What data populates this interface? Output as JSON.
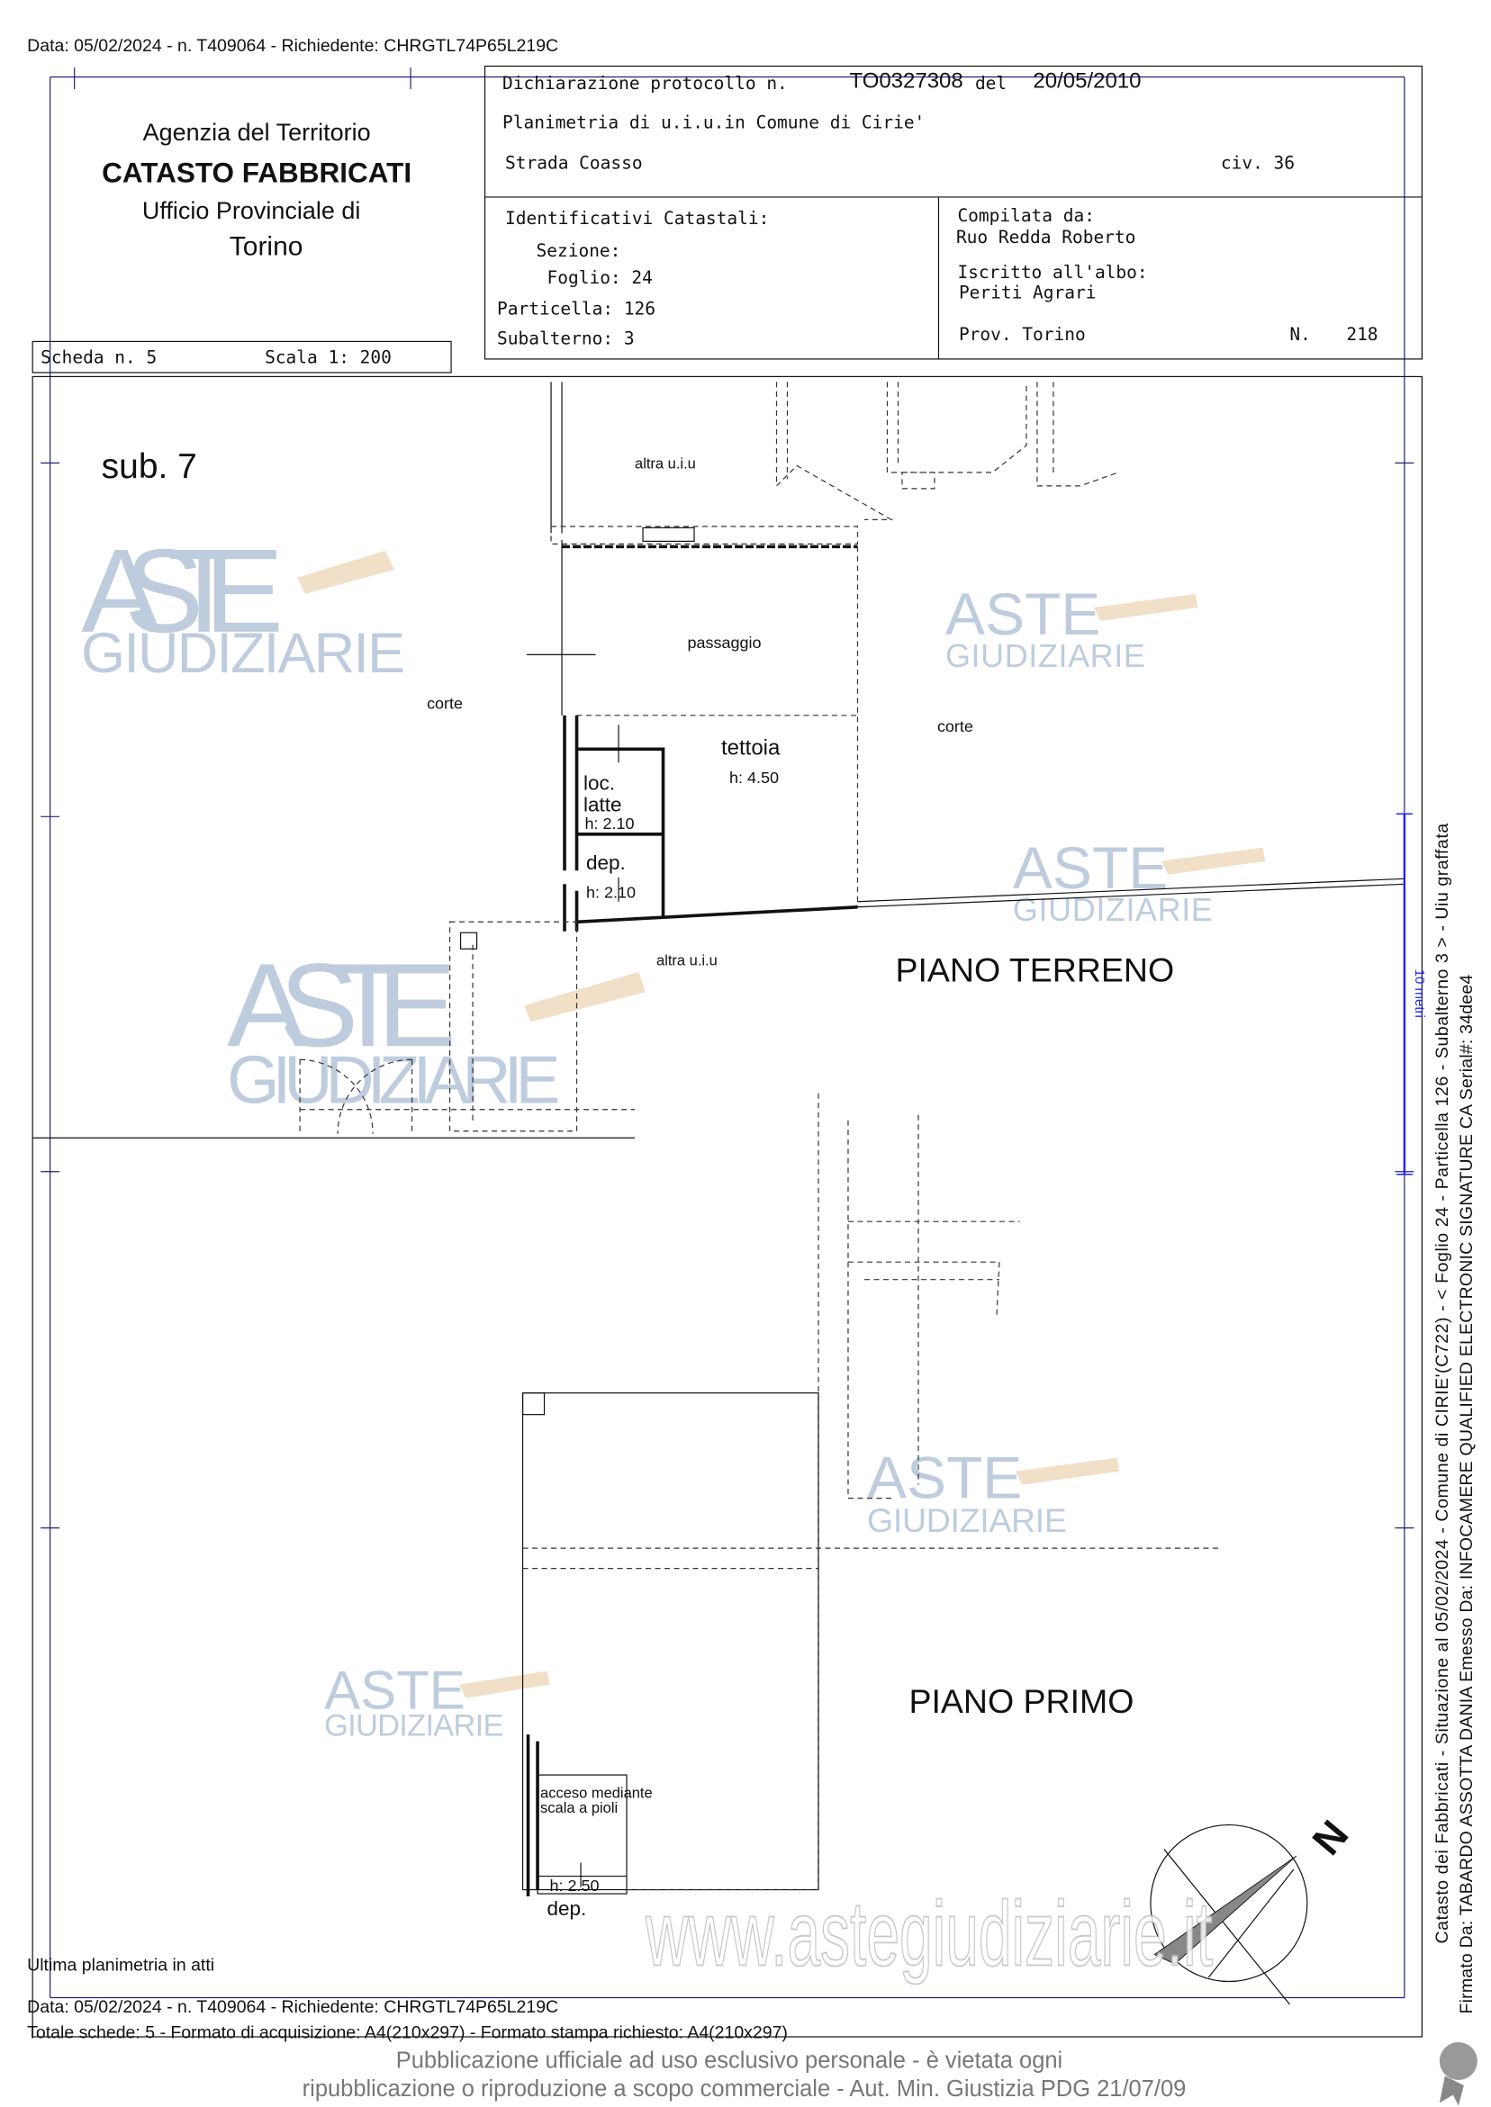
{
  "top_line": "Data: 05/02/2024 - n. T409064 - Richiedente: CHRGTL74P65L219C",
  "office": {
    "agency": "Agenzia del Territorio",
    "catasto": "CATASTO FABBRICATI",
    "ufficio": "Ufficio Provinciale di",
    "city": "Torino"
  },
  "header": {
    "dichiarazione_label": "Dichiarazione protocollo n.",
    "protocollo": "TO0327308",
    "del_label": "del",
    "date": "20/05/2010",
    "planimetria": "Planimetria di u.i.u.in Comune di Cirie'",
    "street": "Strada Coasso",
    "civ": "civ. 36",
    "identificativi_label": "Identificativi Catastali:",
    "sezione": "Sezione:",
    "foglio": "Foglio: 24",
    "particella": "Particella: 126",
    "subalterno": "Subalterno: 3",
    "compilata_label": "Compilata da:",
    "compilata_name": "Ruo Redda Roberto",
    "iscritto_label": "Iscritto all'albo:",
    "albo": "Periti Agrari",
    "prov": "Prov. Torino",
    "n_label": "N.",
    "n_value": "218"
  },
  "scheda": {
    "label": "Scheda n. 5",
    "scala": "Scala 1: 200"
  },
  "plan": {
    "sub": "sub. 7",
    "altra_uiu_top": "altra u.i.u",
    "passaggio": "passaggio",
    "corte_left": "corte",
    "corte_right": "corte",
    "tettoia": "tettoia",
    "tettoia_h": "h: 4.50",
    "loc": "loc.",
    "latte": "latte",
    "latte_h": "h: 2.10",
    "dep1": "dep.",
    "dep1_h": "h: 2.10",
    "altra_uiu_mid": "altra u.i.u",
    "piano_terreno": "PIANO TERRENO",
    "piano_primo": "PIANO PRIMO",
    "accesso_1": "acceso mediante",
    "accesso_2": "scala a pioli",
    "dep2_h": "h: 2.50",
    "dep2": "dep.",
    "scale_bar": "10 metri",
    "north": "N"
  },
  "side_text": {
    "line1": "Catasto dei Fabbricati - Situazione al 05/02/2024 - Comune di CIRIE'(C722) - < Foglio 24 - Particella 126 - Subalterno 3 > - Uiu graffata",
    "line2": "Firmato Da: TABARDO ASSOTTA DANIA Emesso Da: INFOCAMERE QUALIFIED ELECTRONIC SIGNATURE CA Serial#: 34dee4"
  },
  "footer": {
    "ultima": "Ultima planimetria in atti",
    "data": "Data: 05/02/2024 - n. T409064 - Richiedente: CHRGTL74P65L219C",
    "totale": "Totale schede: 5 - Formato di acquisizione: A4(210x297) - Formato stampa richiesto: A4(210x297)"
  },
  "watermark": {
    "logo_top": "ASTE",
    "logo_bottom": "GIUDIZIARIE",
    "url": "www.astegiudiziarie.it",
    "notice_1": "Pubblicazione ufficiale ad uso esclusivo personale - è vietata ogni",
    "notice_2": "ripubblicazione o riproduzione a scopo commerciale - Aut. Min. Giustizia PDG 21/07/09"
  },
  "colors": {
    "frame_blue": "#22227a",
    "watermark_blue": "#8aa3c4"
  }
}
